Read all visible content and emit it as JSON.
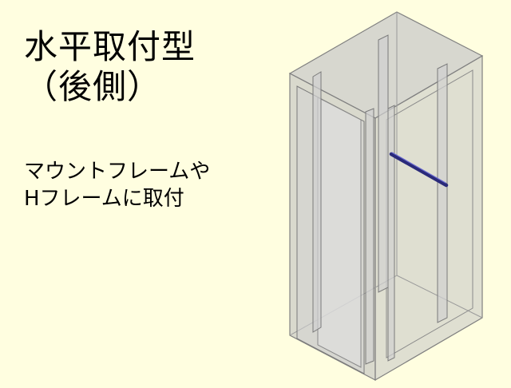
{
  "title": {
    "line1": "水平取付型",
    "line2": "（後側）"
  },
  "description": {
    "line1": "マウントフレームや",
    "line2": "Hフレームに取付"
  },
  "colors": {
    "background": "#fffee0",
    "cabinet_face": "#c9c9c9",
    "cabinet_edge": "#808080",
    "rail": "#2a2a7a"
  }
}
